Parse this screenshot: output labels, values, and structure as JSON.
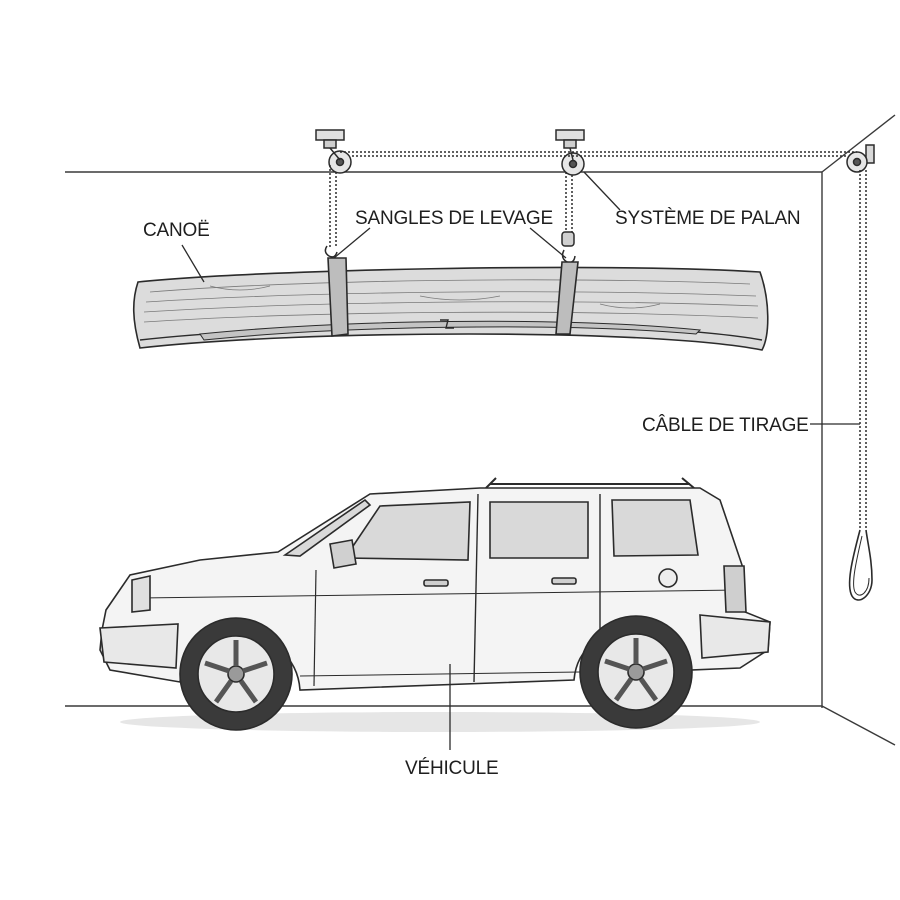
{
  "labels": {
    "canoe": "CANOË",
    "straps": "SANGLES DE LEVAGE",
    "hoist": "SYSTÈME DE PALAN",
    "pull_cable": "CÂBLE DE TIRAGE",
    "vehicle": "VÉHICULE"
  },
  "colors": {
    "line": "#2b2b2b",
    "hull": "#dcdcdc",
    "hull_shade": "#c4c4c4",
    "car_body": "#f4f4f4",
    "window": "#d9d9d9",
    "tire": "#3a3a3a",
    "wall": "#fafafa"
  }
}
